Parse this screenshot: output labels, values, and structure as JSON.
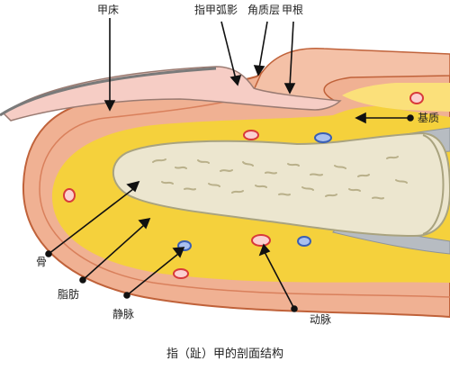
{
  "labels": {
    "nail_bed": "甲床",
    "lunula": "指甲弧影",
    "cuticle": "角质层",
    "nail_root": "甲根",
    "matrix": "基质",
    "bone": "骨",
    "fat": "脂肪",
    "vein": "静脉",
    "artery": "动脉"
  },
  "caption": "指（趾）甲的剖面结构",
  "colors": {
    "skin": "#f0b193",
    "skin_outline": "#c0623a",
    "nail": "#f6cdc5",
    "lunula": "#f3f3f3",
    "fat": "#f5d13c",
    "fat_pale": "#fbefc0",
    "bone": "#ece6cf",
    "bone_outline": "#a9a37f",
    "artery": "#d83a3a",
    "vein": "#3a5fb5",
    "tendon": "#b7bcc2"
  }
}
